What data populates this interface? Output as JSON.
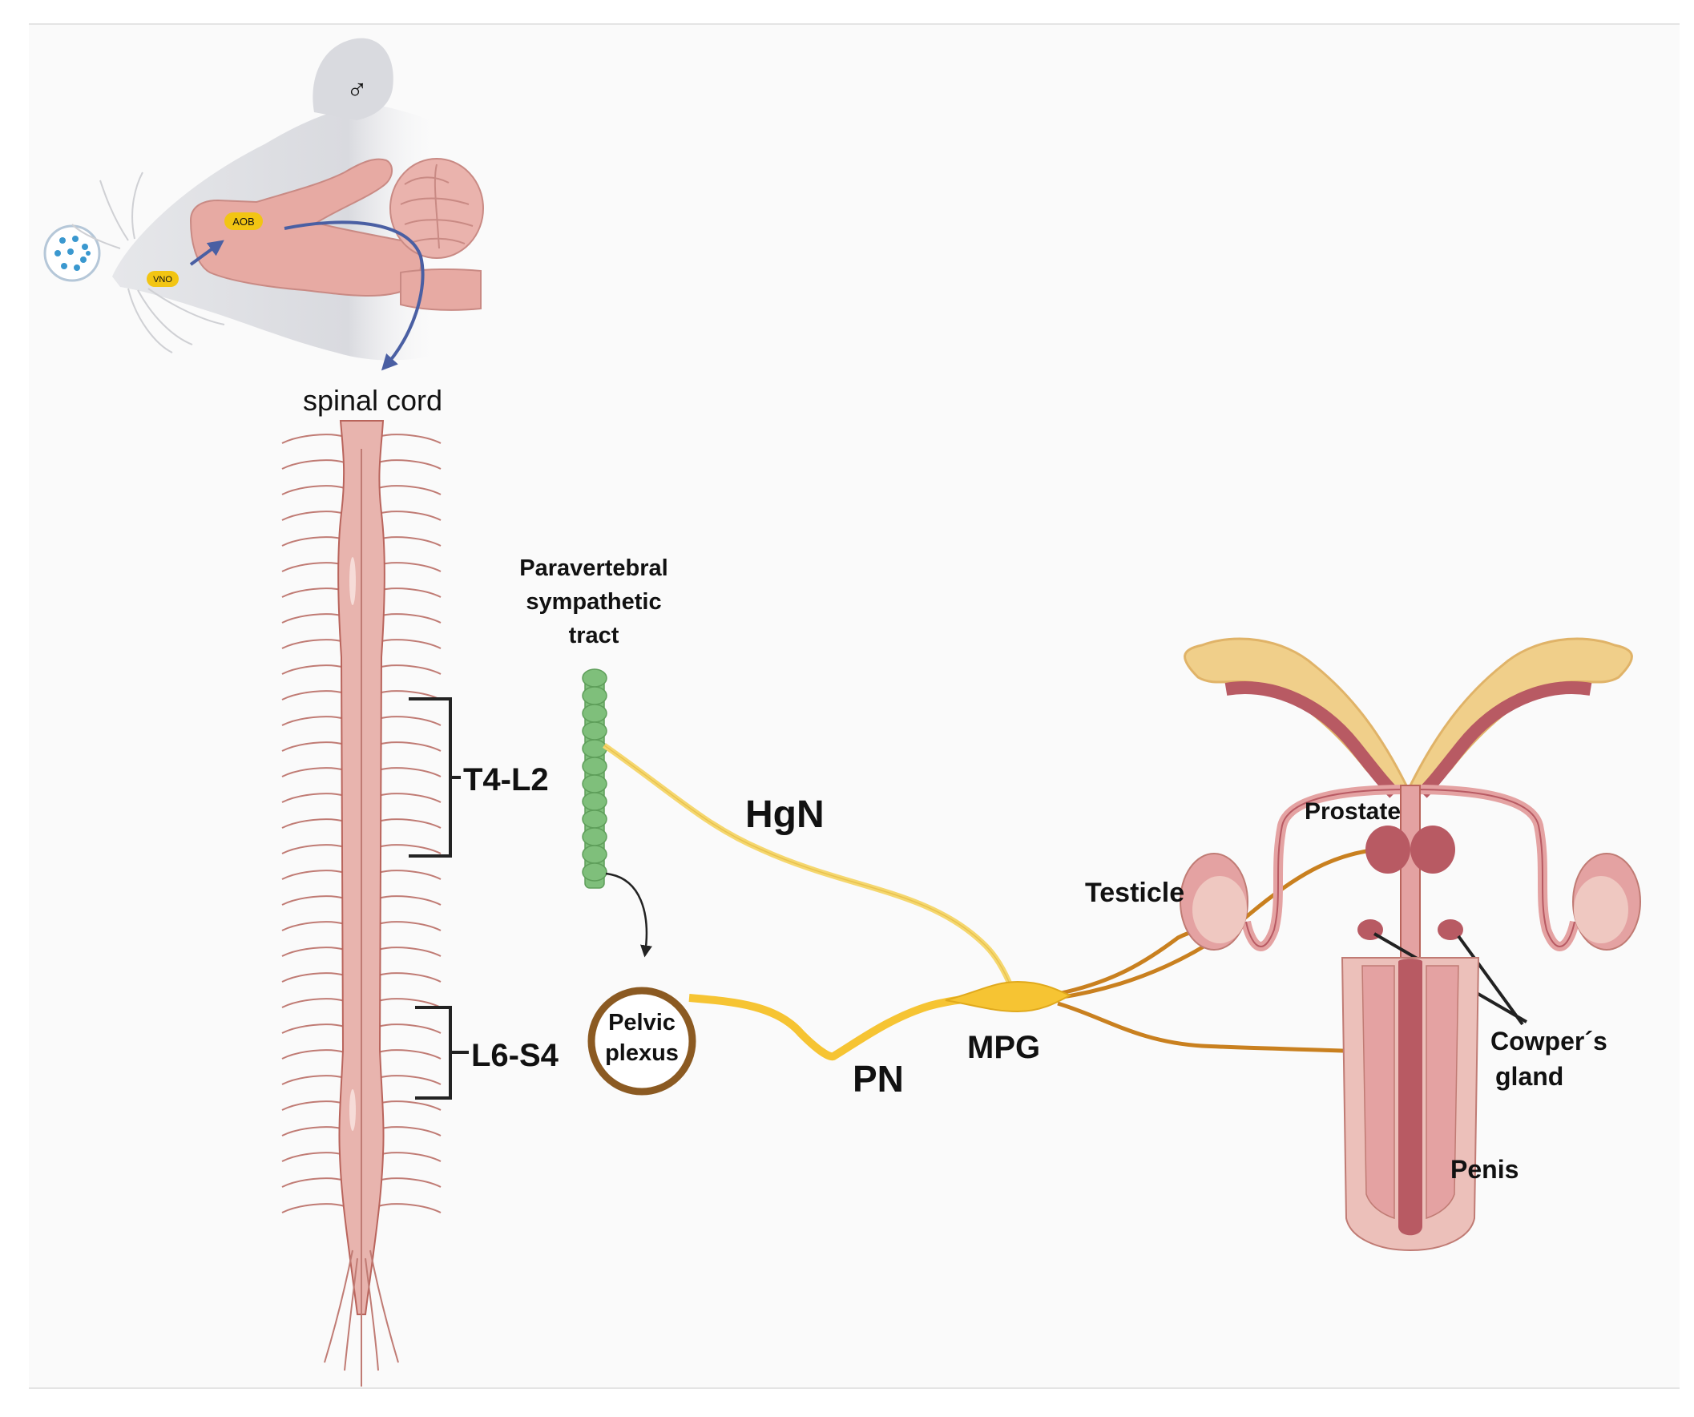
{
  "labels": {
    "male_symbol": "♂",
    "aob": "AOB",
    "vno": "VNO",
    "spinal_cord": "spinal cord",
    "paravertebral": [
      "Paravertebral",
      "sympathetic",
      "tract"
    ],
    "t4_l2": "T4-L2",
    "l6_s4": "L6-S4",
    "hgn": "HgN",
    "pelvic_plexus": [
      "Pelvic",
      "plexus"
    ],
    "pn": "PN",
    "mpg": "MPG",
    "testicle": "Testicle",
    "prostate": "Prostate",
    "cowpers_gland": [
      "Cowper´s",
      "gland"
    ],
    "penis": "Penis"
  },
  "colors": {
    "background": "#ffffff",
    "panel": "#fafafa",
    "spinal": "#e8b4ae",
    "spinal_stroke": "#b9645c",
    "brain": "#e7aaa3",
    "head": "#dcdde2",
    "label_badge": "#f2c513",
    "blue_arrow": "#4a5fa3",
    "sympathetic_chain": "#7fbf7b",
    "yellow_nerve": "#f5d76e",
    "mpg": "#f6c433",
    "orange_nerve": "#c9801f",
    "pelvic_ring": "#8b5a22",
    "organ_pink": "#e4a2a2",
    "organ_dark": "#b85a63",
    "seminal_vesicle": "#f0cf8a",
    "testis": "#efc8c1"
  },
  "icons": [
    "pheromone-dish-icon",
    "mouse-head-icon",
    "brain-icon",
    "male-symbol-icon",
    "spinal-cord-icon",
    "sympathetic-chain-icon",
    "reproductive-organs-icon"
  ]
}
